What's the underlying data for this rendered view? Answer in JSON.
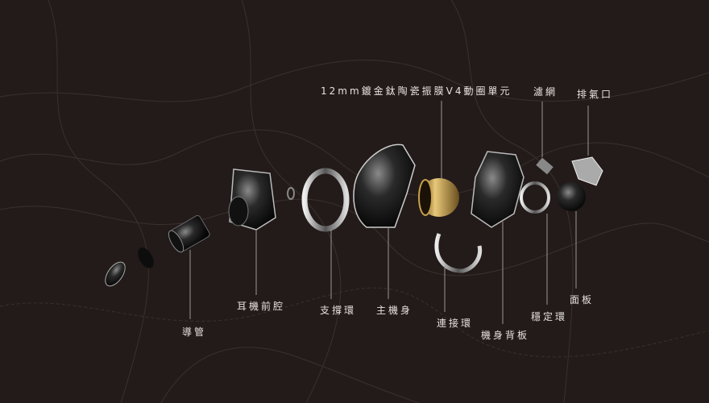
{
  "labels": {
    "driver": "12mm鍍金鈦陶瓷振膜V4動圈單元",
    "filter": "濾網",
    "vent": "排氣口",
    "nozzle": "導管",
    "front_cavity": "耳機前腔",
    "support_ring": "支撐環",
    "main_body": "主機身",
    "connector_ring": "連接環",
    "back_plate": "機身背板",
    "stabilizer_ring": "穩定環",
    "faceplate": "面板"
  },
  "colors": {
    "background": "#231b19",
    "text": "#e6e2df",
    "leader": "#9a9592",
    "gold": "#c9a24a"
  }
}
